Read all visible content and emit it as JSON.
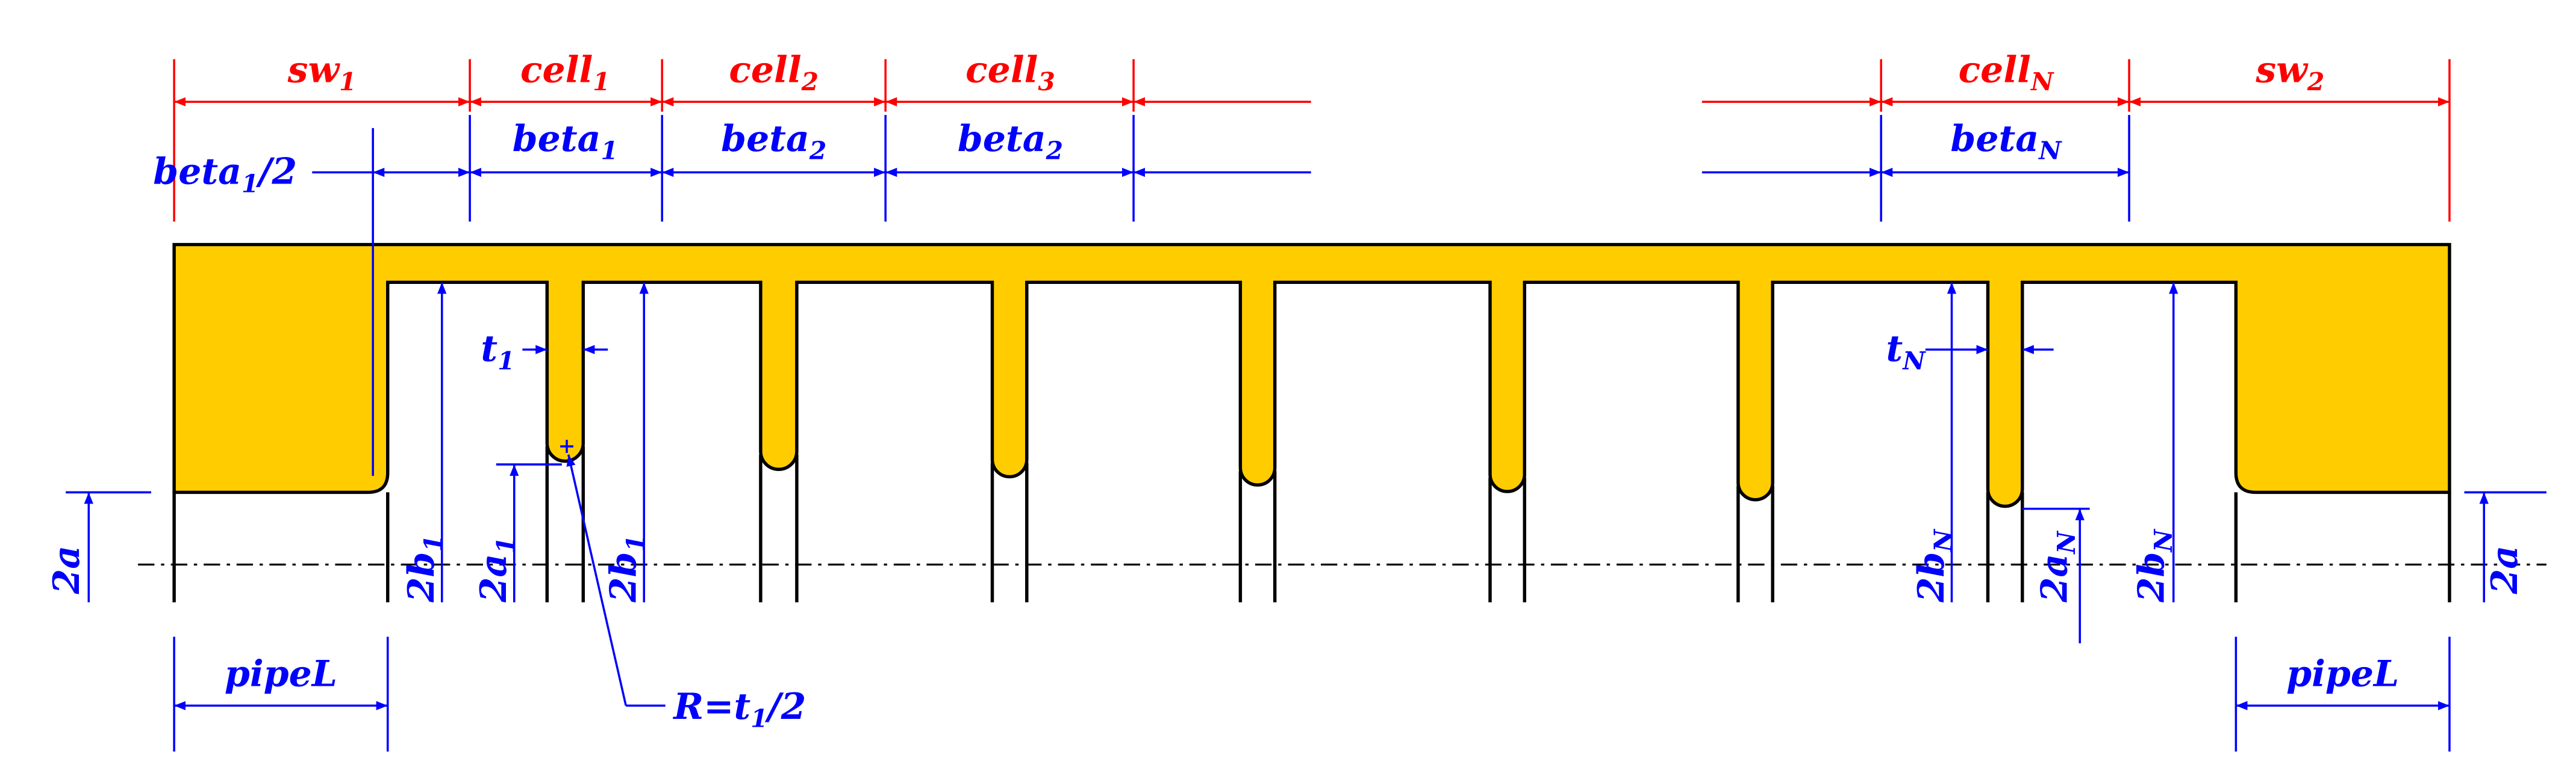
{
  "colors": {
    "metal": "#ffcc00",
    "outline": "#000000",
    "cell_dims": "#ff0000",
    "beta_dims": "#0000ff"
  },
  "top_dims": {
    "sw1": {
      "main": "sw",
      "sub": "1"
    },
    "cell1": {
      "main": "cell",
      "sub": "1"
    },
    "cell2": {
      "main": "cell",
      "sub": "2"
    },
    "cell3": {
      "main": "cell",
      "sub": "3"
    },
    "cellN": {
      "main": "cell",
      "sub": "N"
    },
    "sw2": {
      "main": "sw",
      "sub": "2"
    }
  },
  "beta_dims": {
    "half": {
      "main": "beta",
      "sub": "1",
      "rest": "/2"
    },
    "beta1": {
      "main": "beta",
      "sub": "1"
    },
    "beta2a": {
      "main": "beta",
      "sub": "2"
    },
    "beta2b": {
      "main": "beta",
      "sub": "2"
    },
    "betaN": {
      "main": "beta",
      "sub": "N"
    }
  },
  "gap_dims": {
    "t1": {
      "main": "t",
      "sub": "1"
    },
    "tN": {
      "main": "t",
      "sub": "N"
    },
    "radius": {
      "main": "R=t",
      "sub": "1",
      "rest": "/2"
    }
  },
  "radial_dims": {
    "a_left": {
      "main": "2a",
      "sub": ""
    },
    "b1_left": {
      "main": "2b",
      "sub": "1"
    },
    "a1": {
      "main": "2a",
      "sub": "1"
    },
    "b1_right": {
      "main": "2b",
      "sub": "1"
    },
    "bN_left": {
      "main": "2b",
      "sub": "N"
    },
    "aN": {
      "main": "2a",
      "sub": "N"
    },
    "bN_right": {
      "main": "2b",
      "sub": "N"
    },
    "a_right": {
      "main": "2a",
      "sub": ""
    }
  },
  "pipe_dims": {
    "left": "pipeL",
    "right": "pipeL"
  }
}
